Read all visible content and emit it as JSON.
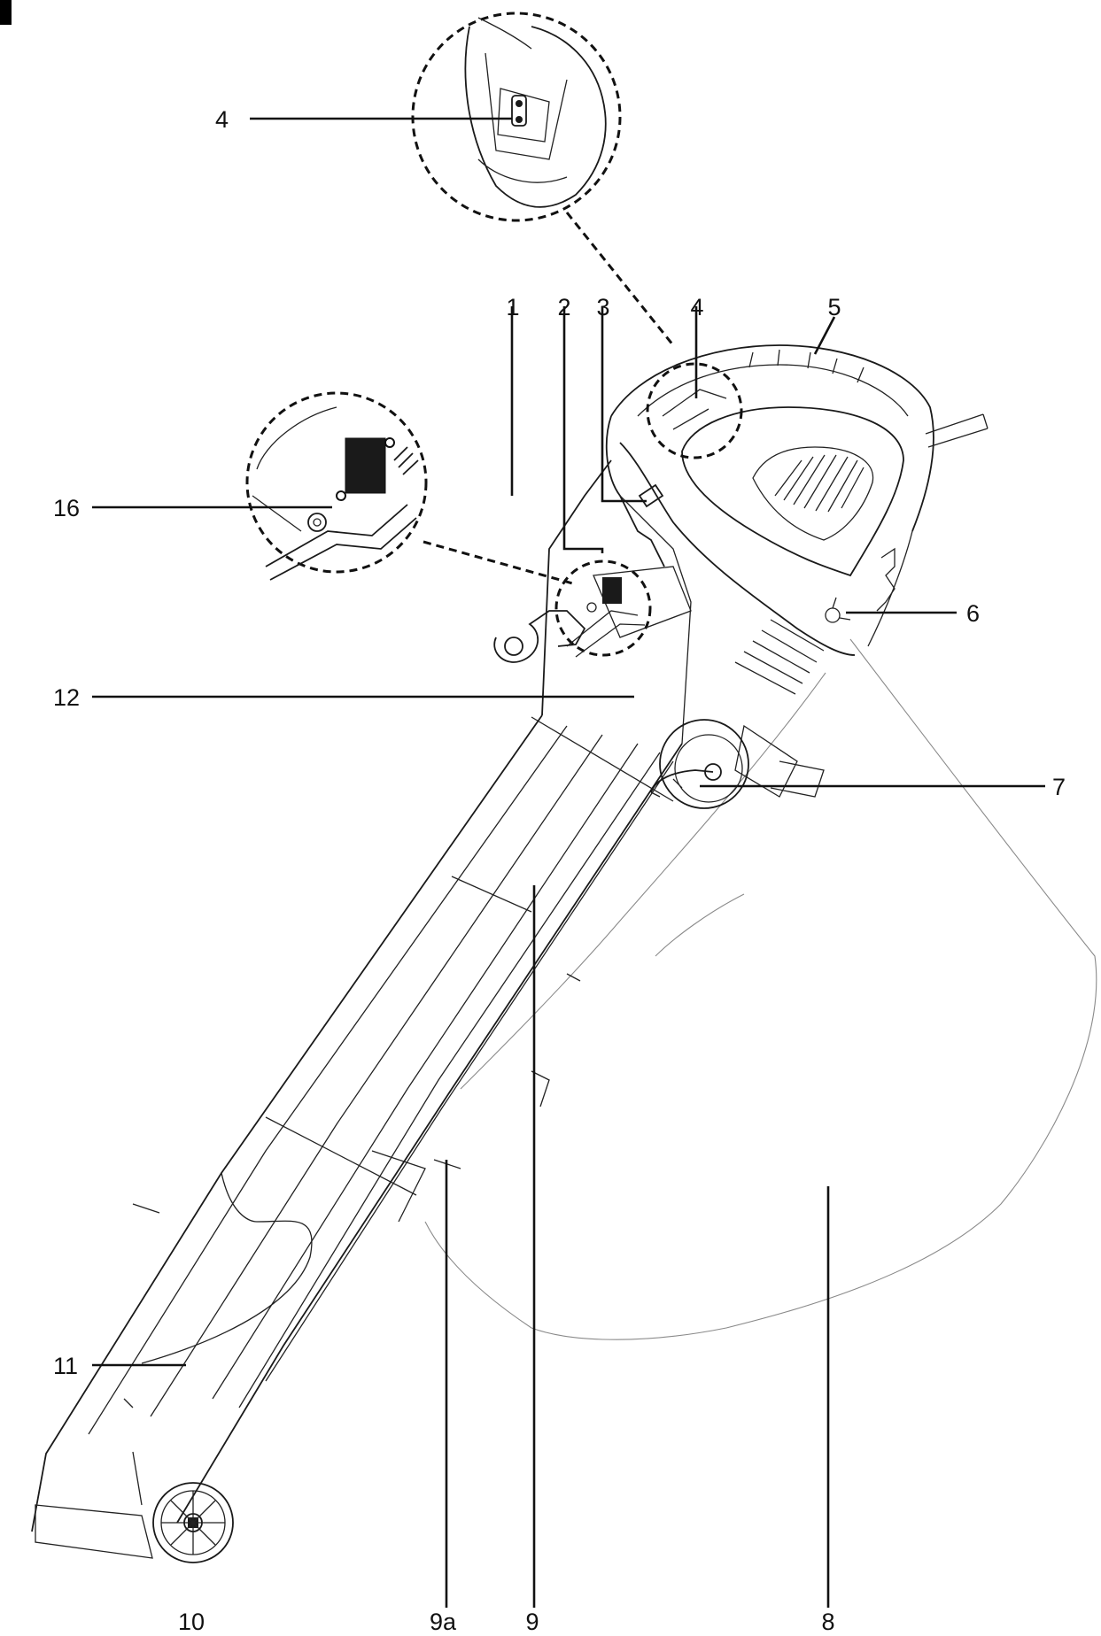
{
  "figure": {
    "corner_marker_color": "#000000",
    "line_color": "#111111"
  },
  "callouts": [
    {
      "id": "c4-detail",
      "label": "4"
    },
    {
      "id": "c1",
      "label": "1"
    },
    {
      "id": "c2",
      "label": "2"
    },
    {
      "id": "c3",
      "label": "3"
    },
    {
      "id": "c4",
      "label": "4"
    },
    {
      "id": "c5",
      "label": "5"
    },
    {
      "id": "c16",
      "label": "16"
    },
    {
      "id": "c6",
      "label": "6"
    },
    {
      "id": "c12",
      "label": "12"
    },
    {
      "id": "c7",
      "label": "7"
    },
    {
      "id": "c11",
      "label": "11"
    },
    {
      "id": "c10",
      "label": "10"
    },
    {
      "id": "c9a",
      "label": "9a"
    },
    {
      "id": "c9",
      "label": "9"
    },
    {
      "id": "c8",
      "label": "8"
    }
  ]
}
